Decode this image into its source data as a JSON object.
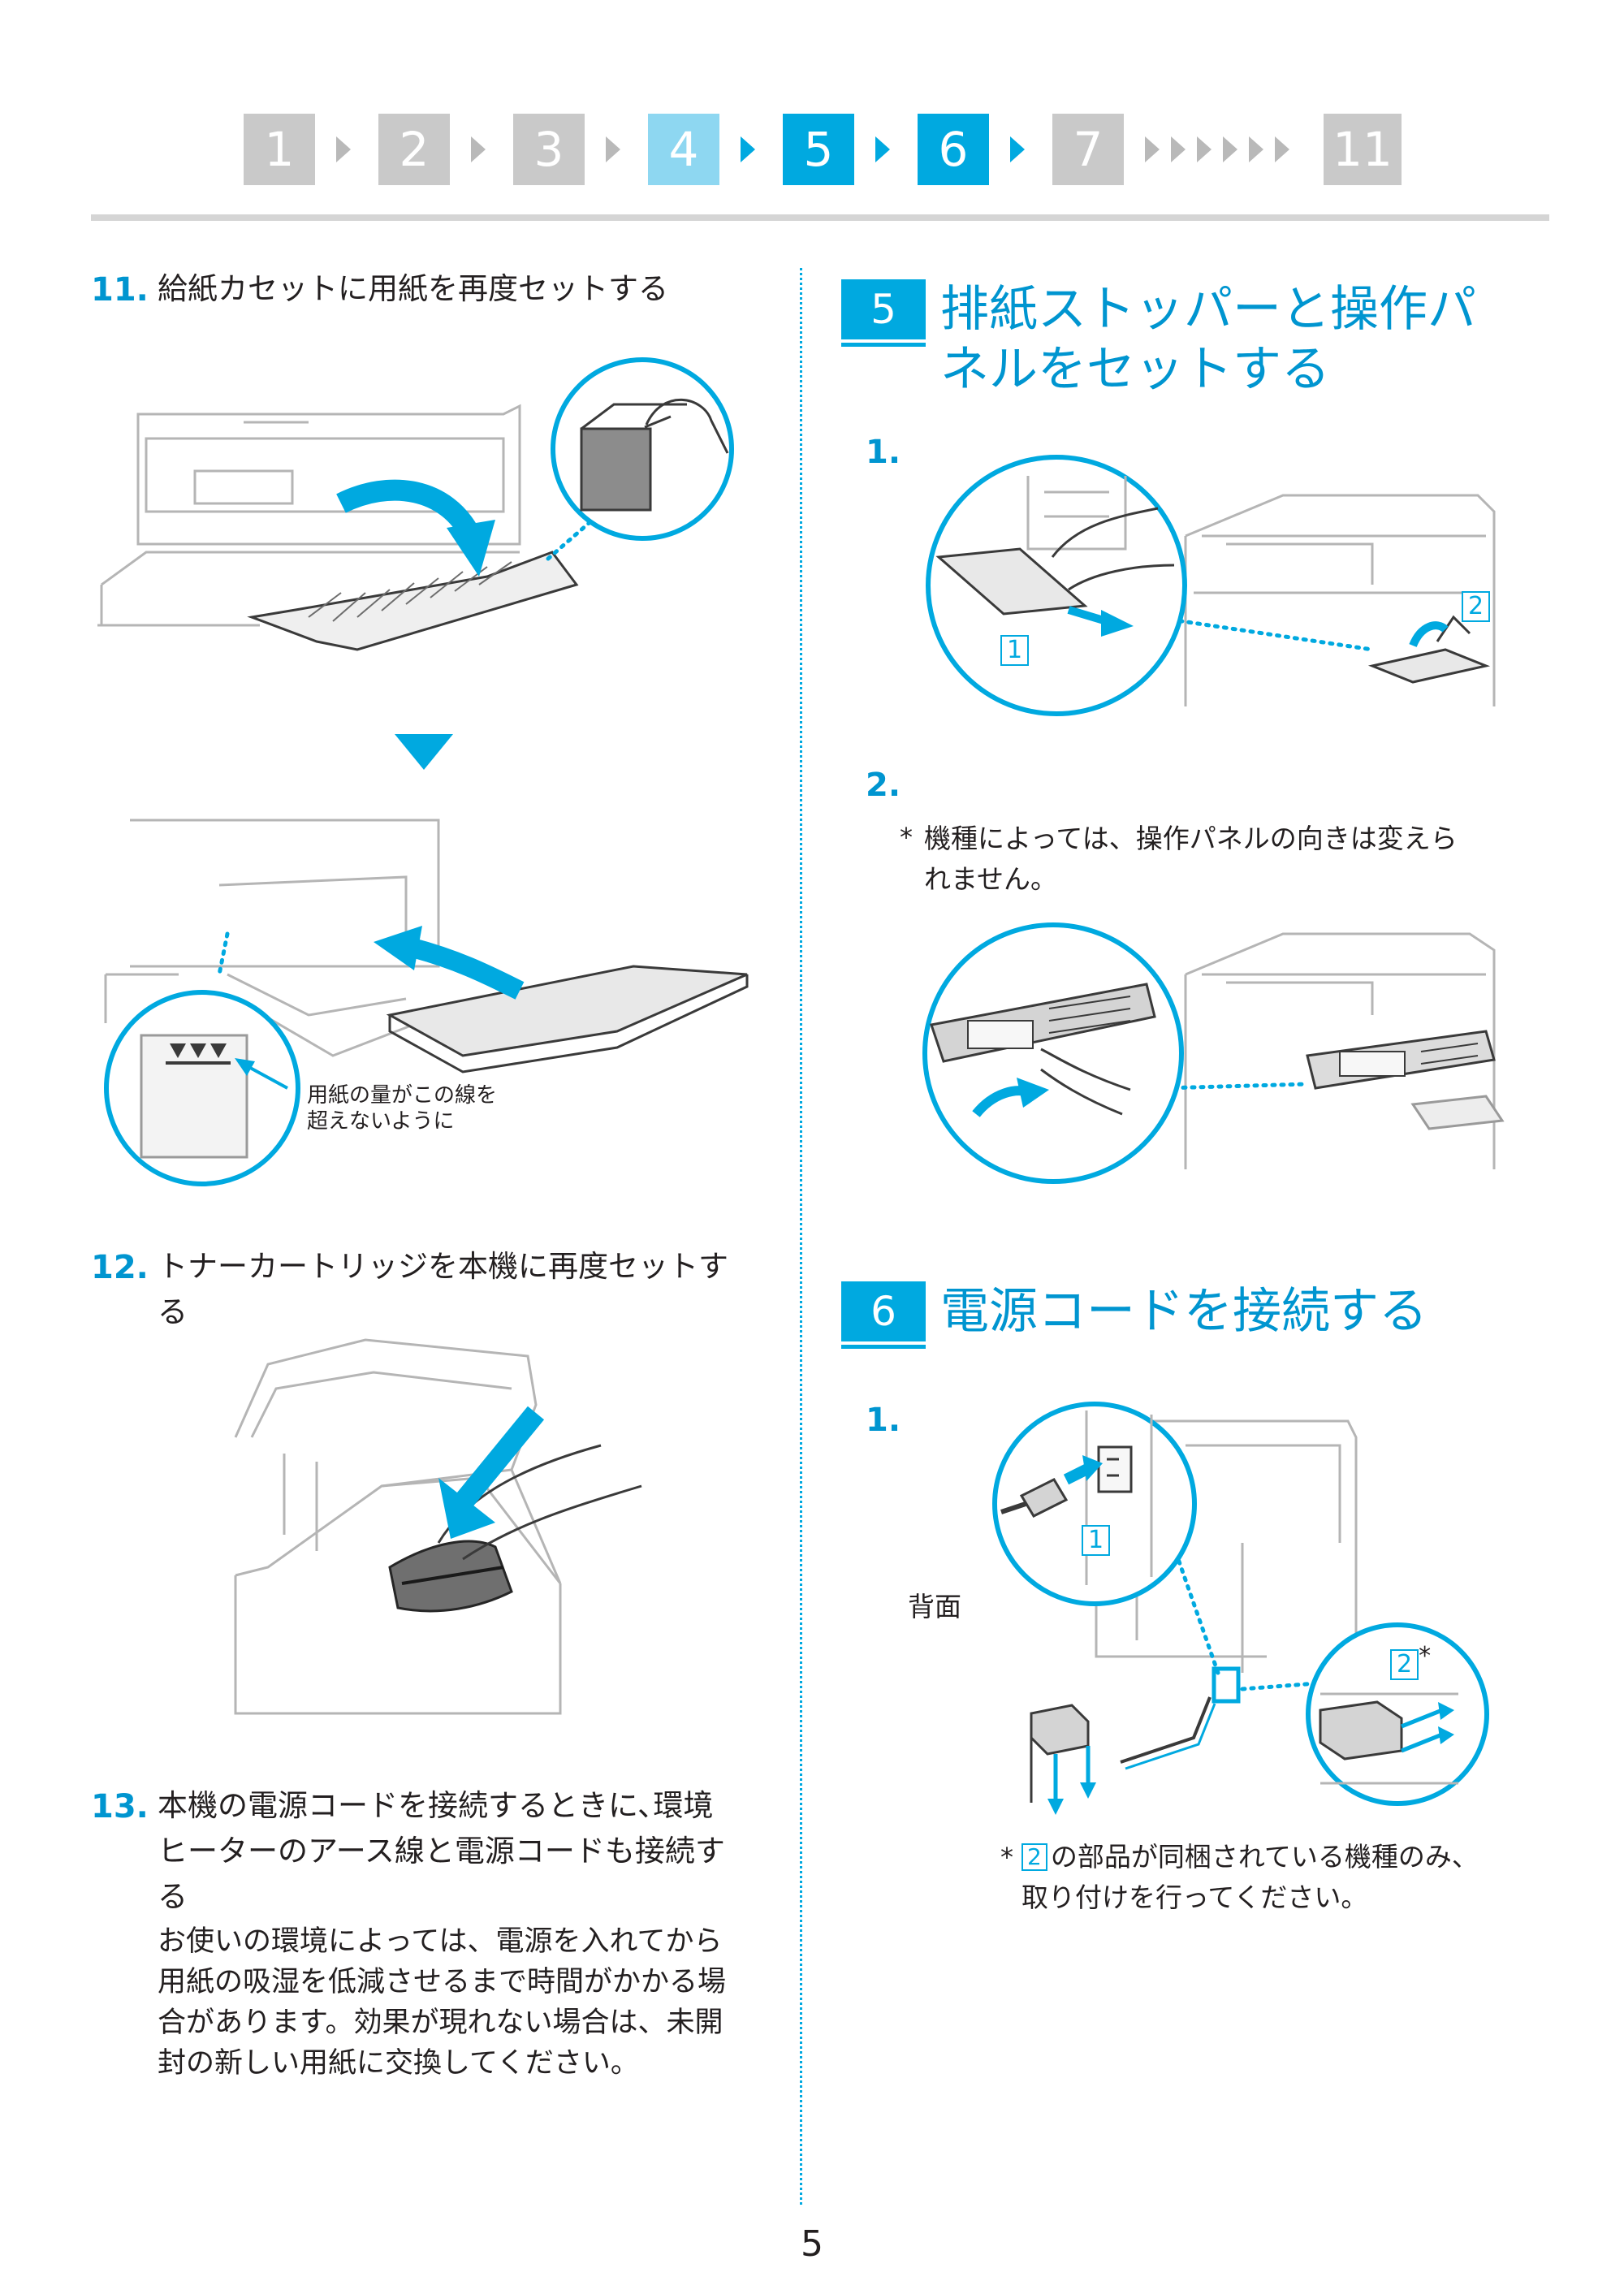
{
  "nav": {
    "steps": [
      {
        "label": "1",
        "state": "pending"
      },
      {
        "label": "2",
        "state": "pending"
      },
      {
        "label": "3",
        "state": "pending"
      },
      {
        "label": "4",
        "state": "done"
      },
      {
        "label": "5",
        "state": "current"
      },
      {
        "label": "6",
        "state": "current"
      },
      {
        "label": "7",
        "state": "pending"
      },
      {
        "label": "11",
        "state": "pending"
      }
    ]
  },
  "left": {
    "step11": {
      "num": "11.",
      "text": "給紙カセットに用紙を再度セットする",
      "limit_note_line1": "用紙の量がこの線を",
      "limit_note_line2": "超えないように"
    },
    "step12": {
      "num": "12.",
      "text_line1": "トナーカートリッジを本機に再度セットす",
      "text_line2": "る"
    },
    "step13": {
      "num": "13.",
      "text_line1": "本機の電源コードを接続するときに､環境",
      "text_line2": "ヒーターのアース線と電源コードも接続す",
      "text_line3": "る",
      "body_line1": "お使いの環境によっては、電源を入れてから",
      "body_line2": "用紙の吸湿を低減させるまで時間がかかる場",
      "body_line3": "合があります。効果が現れない場合は、未開",
      "body_line4": "封の新しい用紙に交換してください。"
    }
  },
  "right": {
    "section5": {
      "badge": "5",
      "title_line1": "排紙ストッパーと操作パ",
      "title_line2": "ネルをセットする",
      "step1": {
        "num": "1.",
        "callout1": "1",
        "callout2": "2"
      },
      "step2": {
        "num": "2.",
        "note_star": "*",
        "note_line1": "機種によっては、操作パネルの向きは変えら",
        "note_line2": "れません。"
      }
    },
    "section6": {
      "badge": "6",
      "title": "電源コードを接続する",
      "step1": {
        "num": "1.",
        "rear_label": "背面",
        "callout1": "1",
        "callout2": "2",
        "callout2_star": "*",
        "note_star": "*",
        "note_callout": "2",
        "note_line1": "の部品が同梱されている機種のみ、",
        "note_line2": "取り付けを行ってください。"
      }
    }
  },
  "page_number": "5",
  "colors": {
    "accent": "#00a9e0",
    "accent_light": "#8ed7f1",
    "gray": "#c9c9c9"
  }
}
